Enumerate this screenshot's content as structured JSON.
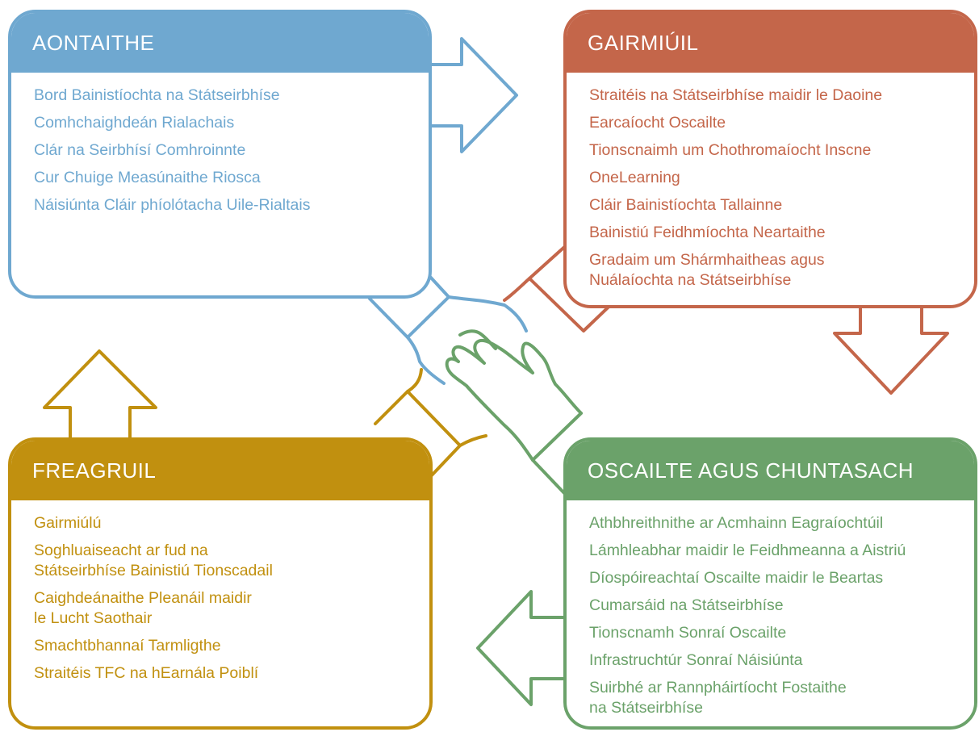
{
  "colors": {
    "blue": "#6fa8d0",
    "red": "#c4664a",
    "gold": "#c1900f",
    "green": "#6ba26a"
  },
  "boxes": {
    "aontaithe": {
      "title": "AONTAITHE",
      "items": [
        "Bord Bainistíochta na Státseirbhíse",
        "Comhchaighdeán Rialachais",
        "Clár na Seirbhísí Comhroinnte",
        "Cur Chuige Measúnaithe Riosca",
        "Náisiúnta  Cláir phíolótacha Uile-Rialtais"
      ]
    },
    "gairmiuil": {
      "title": "GAIRMIÚIL",
      "items": [
        "Straitéis na Státseirbhíse maidir le Daoine",
        "Earcaíocht Oscailte",
        "Tionscnaimh um Chothromaíocht Inscne",
        "OneLearning",
        "Cláir Bainistíochta Tallainne",
        "Bainistiú Feidhmíochta Neartaithe",
        "Gradaim um Shármhaitheas agus\nNuálaíochta na Státseirbhíse"
      ]
    },
    "freagruil": {
      "title": "FREAGRUIL",
      "items": [
        "Gairmiúlú",
        "Soghluaiseacht ar fud na\nStátseirbhíse Bainistiú Tionscadail",
        "Caighdeánaithe Pleanáil maidir\nle Lucht Saothair",
        "Smachtbhannaí Tarmligthe",
        "Straitéis TFC na hEarnála Poiblí"
      ]
    },
    "oscailte": {
      "title": "OSCAILTE AGUS CHUNTASACH",
      "items": [
        "Athbhreithnithe ar Acmhainn Eagraíochtúil",
        "Lámhleabhar maidir le Feidhmeanna a Aistriú",
        "Díospóireachtaí Oscailte maidir le Beartas",
        "Cumarsáid na Státseirbhíse",
        "Tionscnamh Sonraí Oscailte",
        "Infrastruchtúr Sonraí Náisiúnta",
        "Suirbhé ar Rannpháirtíocht Fostaithe\nna Státseirbhíse"
      ]
    }
  }
}
